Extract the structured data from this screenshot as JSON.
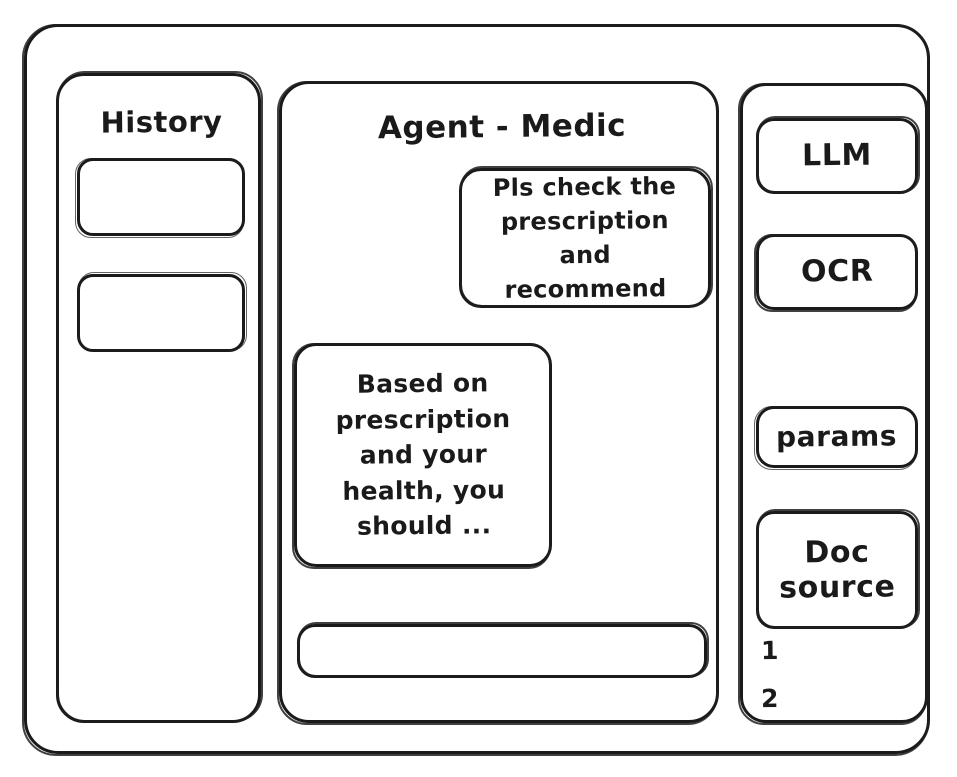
{
  "window": {
    "title": "Agent - Medic"
  },
  "history": {
    "title": "History",
    "items": [
      {
        "label": ""
      },
      {
        "label": ""
      }
    ]
  },
  "agent": {
    "title": "Agent - Medic",
    "messages": [
      {
        "role": "user",
        "text": "Pls check the\nprescription\nand recommend"
      },
      {
        "role": "assistant",
        "text": "Based on\nprescription\nand your\nhealth, you\nshould ..."
      }
    ],
    "composer": {
      "value": "",
      "placeholder": ""
    }
  },
  "tools": {
    "buttons": [
      {
        "name": "llm",
        "label": "LLM"
      },
      {
        "name": "ocr",
        "label": "OCR"
      },
      {
        "name": "params",
        "label": "params"
      },
      {
        "name": "doc-source",
        "label": "Doc\nsource"
      }
    ],
    "doc_sources": [
      {
        "index": "1"
      },
      {
        "index": "2"
      }
    ]
  },
  "colors": {
    "stroke": "#1a1a1a",
    "background": "#ffffff"
  }
}
